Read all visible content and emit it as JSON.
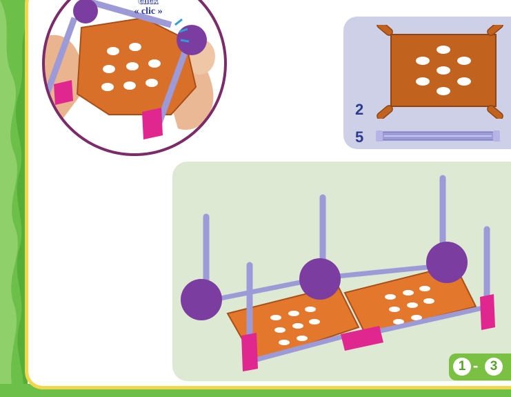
{
  "callout": {
    "click_en": "click",
    "click_fr": "« clic »"
  },
  "parts": {
    "plate_quantity": "2",
    "rod_quantity": "5"
  },
  "step_badge": {
    "from": "1",
    "separator": "-",
    "to": "3"
  },
  "colors": {
    "green_border": "#6cc04a",
    "yellow_frame": "#f2d64b",
    "plate_orange": "#d9702a",
    "rod_lavender": "#9d9ad8",
    "connector_purple": "#7c3da0",
    "clip_magenta": "#e0268f",
    "panel_blue_grey": "#cdd0e6",
    "panel_green": "#dde9d3",
    "label_blue": "#2b3b8f"
  }
}
